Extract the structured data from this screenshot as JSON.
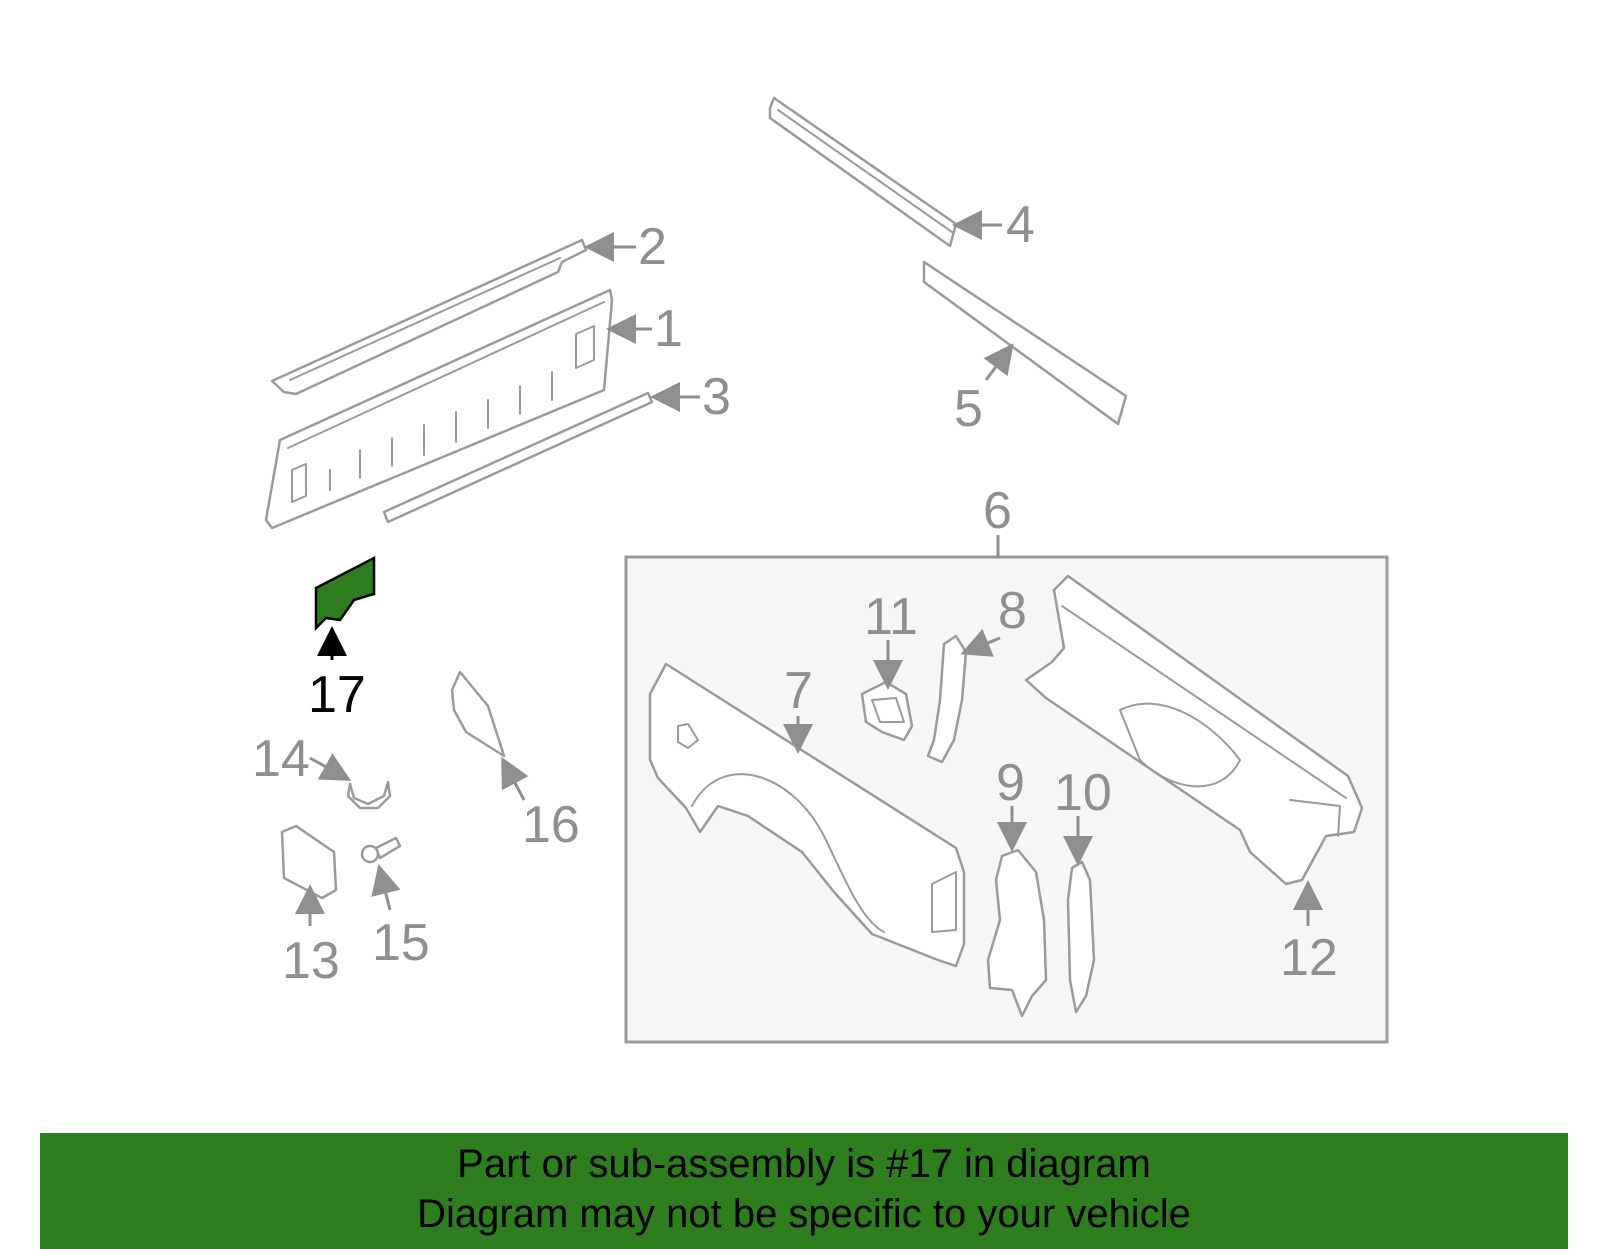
{
  "diagram": {
    "highlighted_part": "17",
    "subassembly_label": "6",
    "callouts": {
      "c1": "1",
      "c2": "2",
      "c3": "3",
      "c4": "4",
      "c5": "5",
      "c7": "7",
      "c8": "8",
      "c9": "9",
      "c10": "10",
      "c11": "11",
      "c12": "12",
      "c13": "13",
      "c14": "14",
      "c15": "15",
      "c16": "16",
      "c17": "17"
    },
    "colors": {
      "highlight": "#2e7d1f",
      "line": "#9a9a9a",
      "banner": "#2e7d1f"
    }
  },
  "banner": {
    "line1": "Part or sub-assembly is #17 in diagram",
    "line2": "Diagram may not be specific to your vehicle"
  }
}
